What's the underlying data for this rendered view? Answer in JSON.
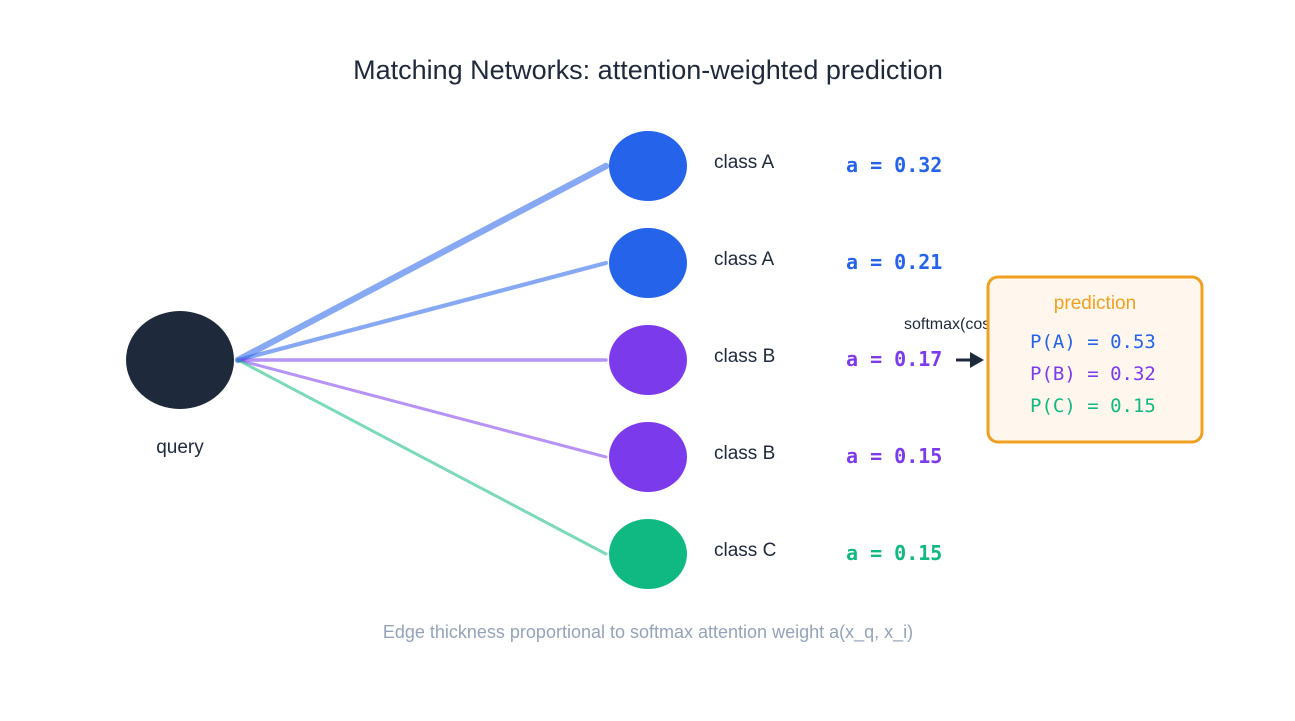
{
  "title": "Matching Networks: attention-weighted prediction",
  "query": {
    "label": "query",
    "color": "#1e293b"
  },
  "colors": {
    "class_a": "#2563eb",
    "class_b": "#7c3aed",
    "class_c": "#10b981",
    "prediction_border": "#f0a020",
    "prediction_fill": "#fff7ed",
    "arrow": "#1e293b"
  },
  "support": [
    {
      "label": "class A",
      "weight_text": "a = 0.32",
      "weight": 0.32,
      "color": "#2563eb"
    },
    {
      "label": "class A",
      "weight_text": "a = 0.21",
      "weight": 0.21,
      "color": "#2563eb"
    },
    {
      "label": "class B",
      "weight_text": "a = 0.17",
      "weight": 0.17,
      "color": "#7c3aed"
    },
    {
      "label": "class B",
      "weight_text": "a = 0.15",
      "weight": 0.15,
      "color": "#7c3aed"
    },
    {
      "label": "class C",
      "weight_text": "a = 0.15",
      "weight": 0.15,
      "color": "#10b981"
    }
  ],
  "arrow_label": "softmax(cos sim)",
  "prediction": {
    "title": "prediction",
    "lines": [
      {
        "text": "P(A) = 0.53",
        "value": 0.53,
        "color": "#2563eb"
      },
      {
        "text": "P(B) = 0.32",
        "value": 0.32,
        "color": "#7c3aed"
      },
      {
        "text": "P(C) = 0.15",
        "value": 0.15,
        "color": "#10b981"
      }
    ]
  },
  "footer": "Edge thickness  proportional to softmax attention weight a(x_q, x_i)"
}
